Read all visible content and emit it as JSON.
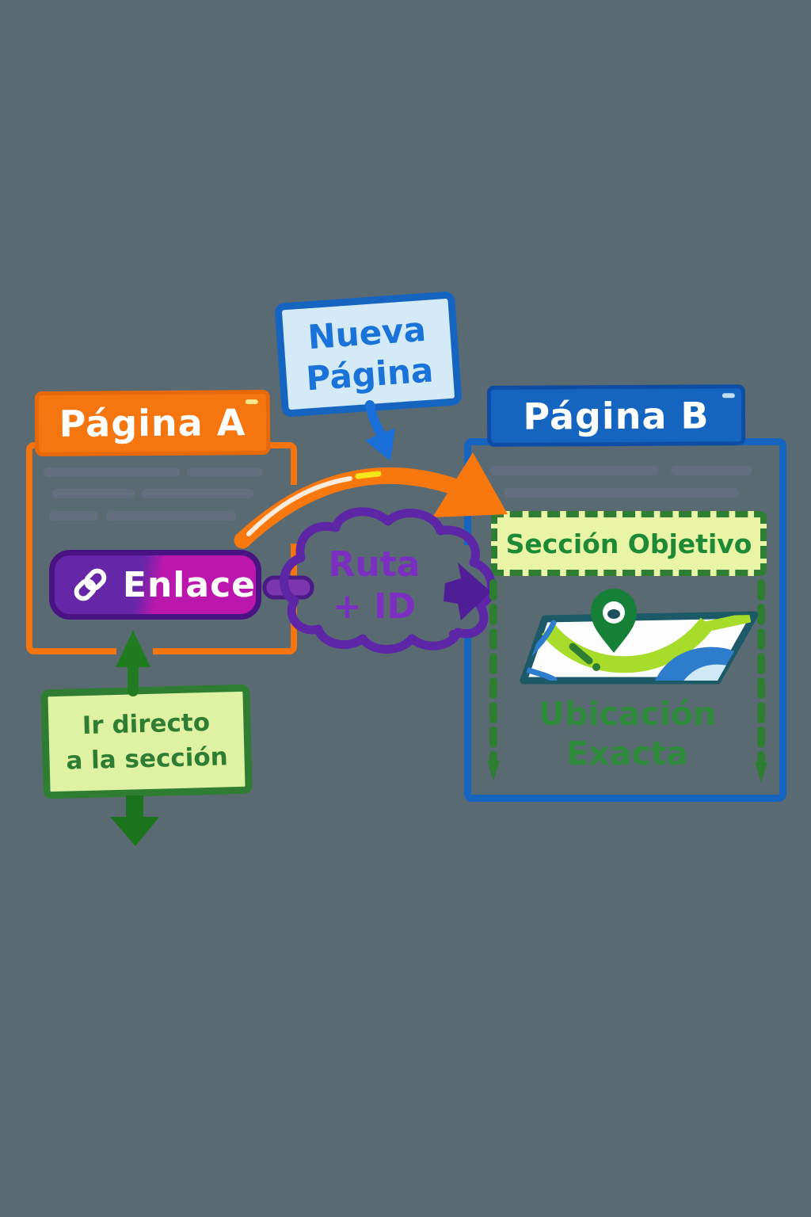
{
  "background_color": "#5a6a72",
  "palette": {
    "orange": "#f5750f",
    "blue": "#1565c0",
    "light_blue": "#d4eaf6",
    "purple": "#5c26a6",
    "purple_dark": "#4a1383",
    "magenta": "#bb17ad",
    "green_dark": "#2e7d32",
    "green_arrow": "#1e7d23",
    "lime_fill": "#e9f4a6",
    "lime_map": "#a8dc2a",
    "map_outline": "#1c5a68",
    "gray_text_line": "#636e7e"
  },
  "page_a": {
    "title": "Página A",
    "link_button_label": "Enlace"
  },
  "new_page_note": {
    "line1": "Nueva",
    "line2": "Página"
  },
  "route_cloud": {
    "line1": "Ruta",
    "line2": "+ ID"
  },
  "page_b": {
    "title": "Página B",
    "target_section_label": "Sección Objetivo",
    "location_line1": "Ubicación",
    "location_line2": "Exacta"
  },
  "direct_note": {
    "line1": "Ir directo",
    "line2": "a la sección"
  },
  "icons": {
    "link_icon": "chain-link",
    "location_pin_icon": "map-pin",
    "map_icon": "folded-map"
  }
}
